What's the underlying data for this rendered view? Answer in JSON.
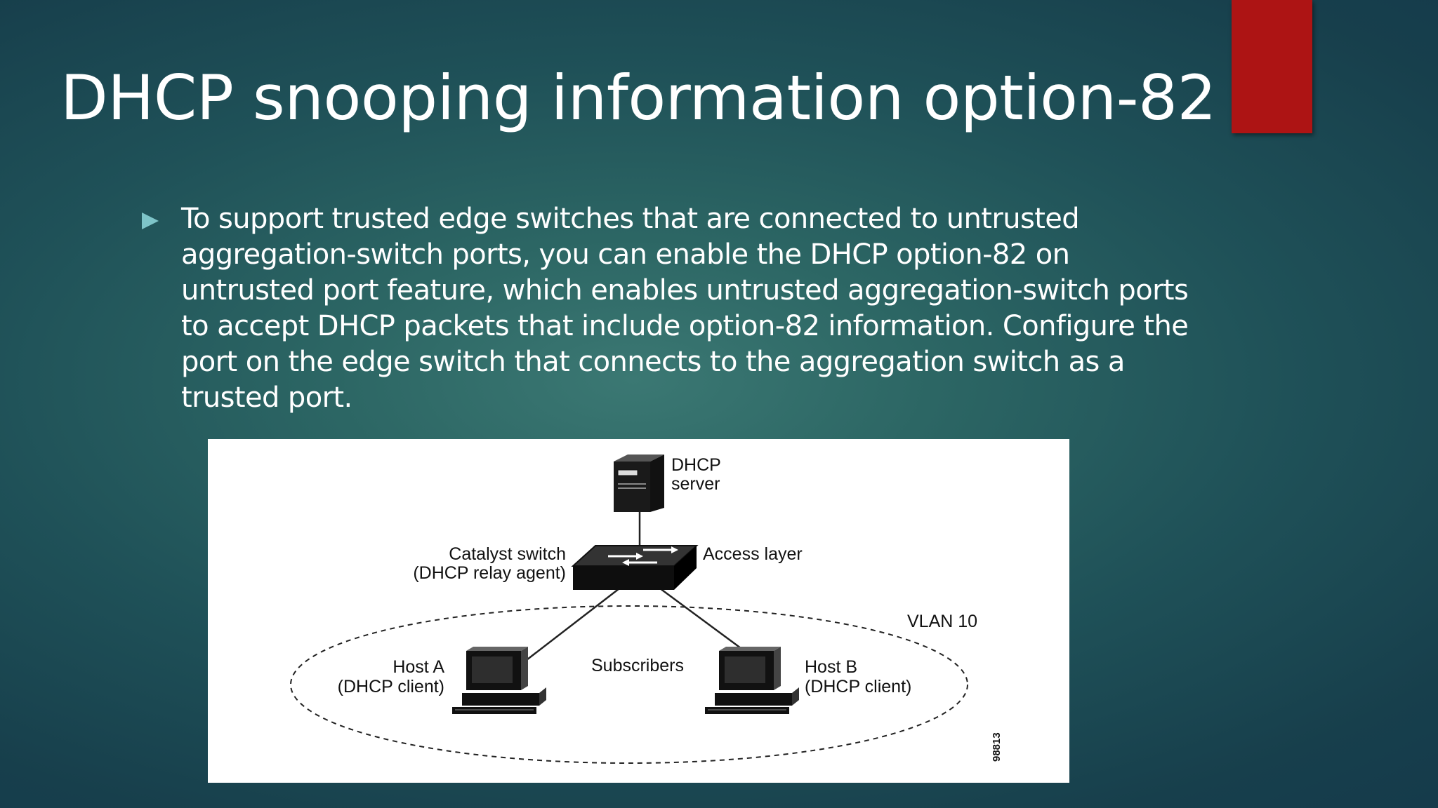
{
  "slide": {
    "title": "DHCP snooping information option-82",
    "bullet_text": "To support trusted edge switches that are connected to untrusted aggregation-switch ports, you can enable the DHCP option-82 on untrusted port feature, which enables untrusted aggregation-switch ports to accept DHCP packets that include option-82 information. Configure the port on the edge switch that connects to the aggregation switch as a trusted port.",
    "bullet_icon": "triangle-bullet-icon",
    "colors": {
      "accent": "#ad1414",
      "bullet": "#7ec4c8",
      "text": "#ffffff"
    }
  },
  "diagram": {
    "server_label_1": "DHCP",
    "server_label_2": "server",
    "switch_label_1": "Catalyst switch",
    "switch_label_2": "(DHCP relay agent)",
    "layer_label": "Access layer",
    "vlan_label": "VLAN 10",
    "subscribers_label": "Subscribers",
    "host_a_label_1": "Host A",
    "host_a_label_2": "(DHCP client)",
    "host_b_label_1": "Host B",
    "host_b_label_2": "(DHCP client)",
    "figure_id": "98813"
  }
}
